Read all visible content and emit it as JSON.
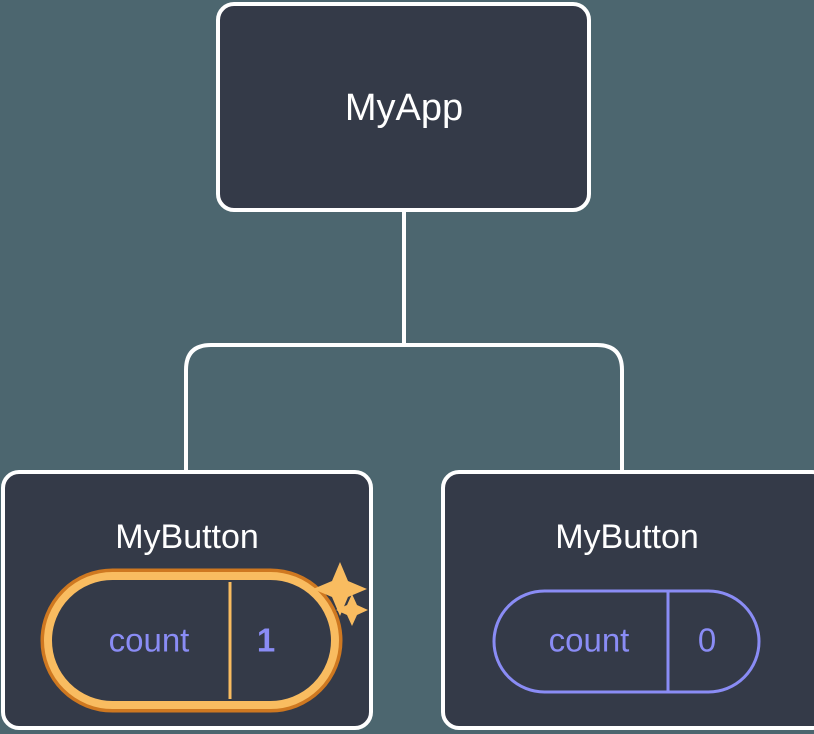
{
  "diagram": {
    "type": "component-tree",
    "title_node": "MyApp",
    "background_color": "#4c666f",
    "node_fill": "#343a48",
    "node_border_color": "#ffffff",
    "connector_color": "#ffffff",
    "accent_highlight_outer": "#cf7820",
    "accent_highlight_inner": "#f9bc60",
    "state_text_color": "#8a8cf5",
    "sparkle_color": "#f9bc60"
  },
  "root": {
    "label": "MyApp"
  },
  "children": [
    {
      "label": "MyButton",
      "state_key": "count",
      "state_value": "1",
      "highlighted": true,
      "sparkles": 2
    },
    {
      "label": "MyButton",
      "state_key": "count",
      "state_value": "0",
      "highlighted": false,
      "sparkles": 0
    }
  ]
}
